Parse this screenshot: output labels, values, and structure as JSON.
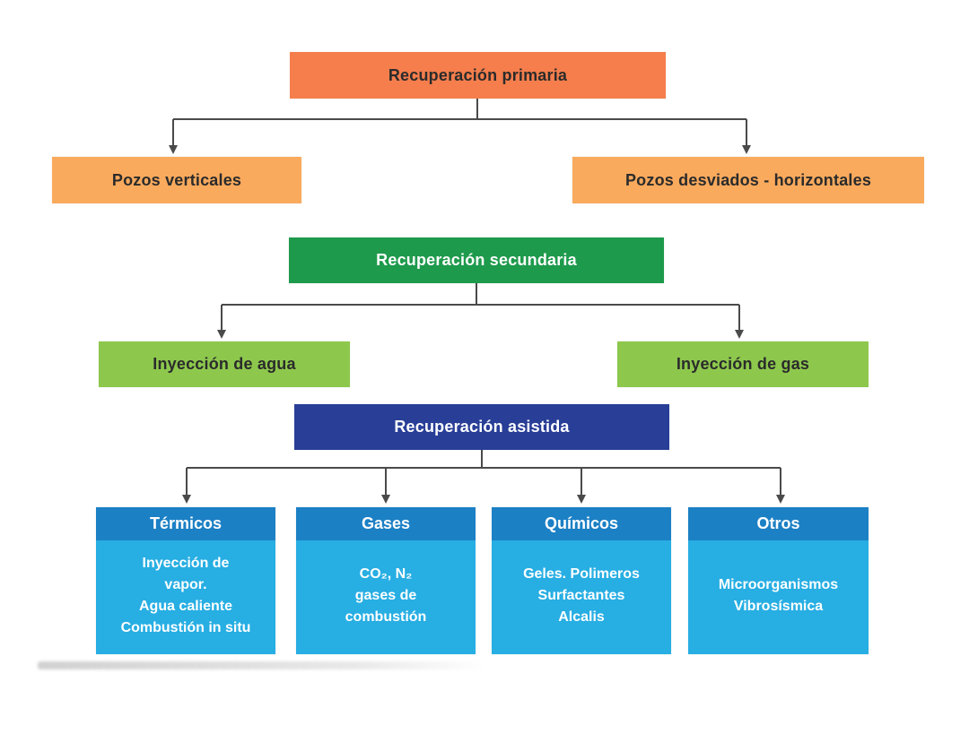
{
  "diagram": {
    "primary": {
      "title": "Recuperación primaria",
      "children": [
        "Pozos verticales",
        "Pozos desviados - horizontales"
      ]
    },
    "secondary": {
      "title": "Recuperación secundaria",
      "children": [
        "Inyección de agua",
        "Inyección de gas"
      ]
    },
    "enhanced": {
      "title": "Recuperación asistida",
      "categories": [
        {
          "title": "Térmicos",
          "lines": [
            "Inyección de",
            "vapor.",
            "Agua caliente",
            "Combustión in situ"
          ]
        },
        {
          "title": "Gases",
          "lines": [
            "CO₂, N₂",
            "gases de",
            "combustión"
          ]
        },
        {
          "title": "Químicos",
          "lines": [
            "Geles. Polimeros",
            "Surfactantes",
            "Alcalis"
          ]
        },
        {
          "title": "Otros",
          "lines": [
            "Microorganismos",
            "Vibrosísmica"
          ]
        }
      ]
    }
  },
  "colors": {
    "primary_bg": "#F57E4C",
    "primary_child_bg": "#FAAA5D",
    "secondary_bg": "#1E9A4C",
    "secondary_child_bg": "#8DC84D",
    "enhanced_bg": "#283E97",
    "category_header_bg": "#1C80C5",
    "category_body_bg": "#27AEE3",
    "dark_text": "#2B2B2B",
    "light_text": "#FFFFFF",
    "line_color": "#4A4A4A"
  }
}
